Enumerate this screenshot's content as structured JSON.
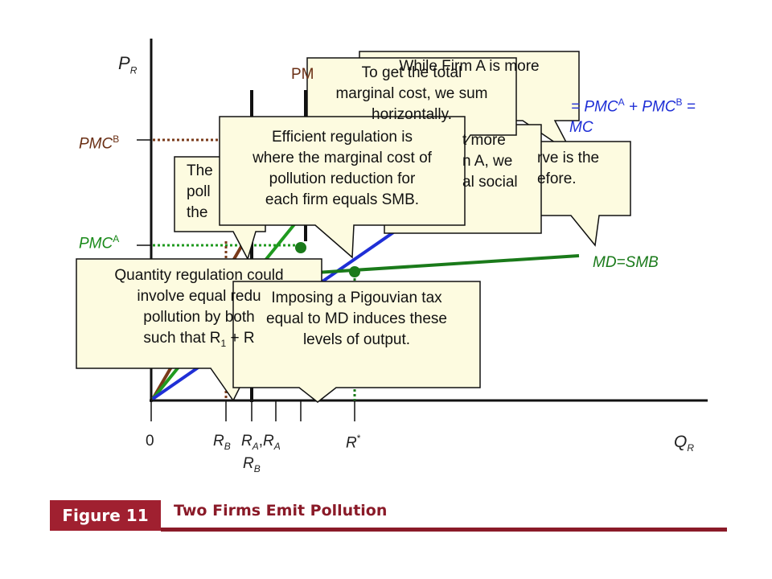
{
  "axes": {
    "y_label": "P",
    "y_label_sub": "R",
    "x_label": "Q",
    "x_label_sub": "R",
    "origin": "0"
  },
  "price_labels": {
    "pmc_b": "PMC",
    "pmc_b_sup": "B",
    "pmc_a": "PMC",
    "pmc_a_sup": "A",
    "pm_partial": "PM"
  },
  "quantity_labels": {
    "rb": "R",
    "rb_sub": "B",
    "ra_pair": "R",
    "ra_pair_sub": "A",
    "comma": ",",
    "ra2": "R",
    "ra2_sub": "A",
    "rb2": "R",
    "rb2_sub": "B",
    "rstar": "R",
    "rstar_sup": "*"
  },
  "curve_labels": {
    "sum_part1": "= PMC",
    "sum_part1_sup": "A",
    "sum_part2": " + PMC",
    "sum_part2_sup": "B",
    "sum_part3": " =",
    "smc_partial": "MC",
    "md_smb": "MD=SMB"
  },
  "callouts": {
    "while_partial": "While Firm A is more",
    "total_mc": [
      "To get the total",
      "marginal cost, we sum",
      "horizontally."
    ],
    "curve_same": [
      "rve is the",
      "efore."
    ],
    "efficient_regulation": [
      "Efficient regulation is",
      "where the marginal cost of",
      "pollution reduction for",
      "each firm equals SMB."
    ],
    "more_partial": [
      "t more",
      "n A, we",
      "al social"
    ],
    "the_partial": [
      "The",
      "poll",
      "the"
    ],
    "quantity_regulation": [
      "Quantity regulation could",
      "involve equal redu",
      "pollution by both",
      "such that R"
    ],
    "quantity_sub": "1",
    "quantity_plus": " + R",
    "pigouvian": [
      "Imposing a Pigouvian tax",
      "equal to MD induces these",
      "levels of output."
    ]
  },
  "footer": {
    "figure_label": "Figure 11",
    "title": "Two Firms Emit Pollution"
  },
  "colors": {
    "pmc_b_line": "#7a3a1a",
    "pmc_a_line": "#1f9a1f",
    "smc_line": "#1f2fd6",
    "md_line": "#1a7a1a",
    "callout_fill": "#fdfbe0",
    "brand": "#a02030"
  }
}
